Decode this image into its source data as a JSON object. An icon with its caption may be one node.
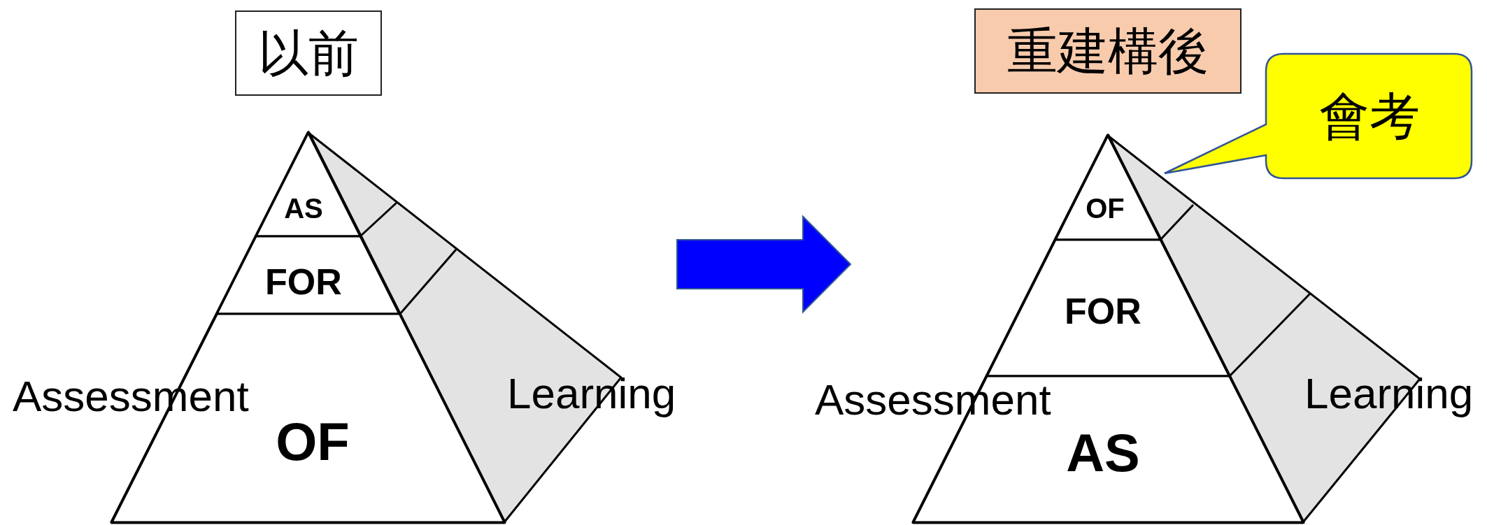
{
  "diagram": {
    "nodes": [
      {
        "text": [
          "以前"
        ]
      },
      {
        "text": [],
        "shape": "pyramid"
      },
      {
        "text": [
          "AS"
        ],
        "in": 1
      },
      {
        "text": [
          "FOR"
        ],
        "in": 1
      },
      {
        "text": [
          "OF"
        ],
        "in": 1
      },
      {
        "text": [
          "重建構後"
        ]
      },
      {
        "text": [],
        "shape": "pyramid"
      },
      {
        "text": [
          "OF"
        ],
        "in": 6
      },
      {
        "text": [
          "FOR"
        ],
        "in": 6
      },
      {
        "text": [
          "AS"
        ],
        "in": 6
      },
      {
        "text": [
          "會考"
        ]
      }
    ],
    "edges": [
      {
        "from": 1,
        "to": 6,
        "arrow": "to",
        "style": "thick",
        "color": "#0000ff"
      }
    ],
    "labels": [
      "Assessment",
      "Learning",
      "Assessment",
      "Learning"
    ]
  }
}
